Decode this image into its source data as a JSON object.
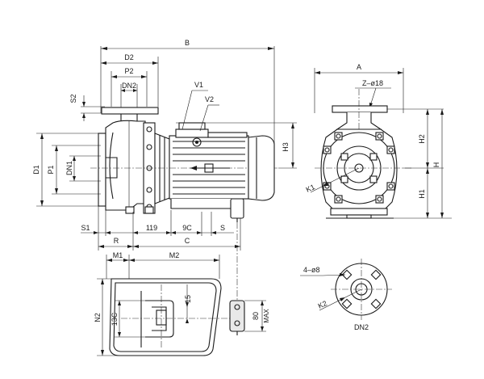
{
  "dims": {
    "B": "B",
    "D2": "D2",
    "P2": "P2",
    "DN2": "DN2",
    "S2": "S2",
    "V1": "V1",
    "V2": "V2",
    "H3": "H3",
    "D1": "D1",
    "P1": "P1",
    "DN1": "DN1",
    "S1": "S1",
    "d119": "119",
    "d9C": "9C",
    "S": "S",
    "R": "R",
    "C": "C",
    "M1": "M1",
    "M2": "M2",
    "N2": "N2",
    "d13C": "13C",
    "d15": "15",
    "d80": "80",
    "MAX": "MAX",
    "A": "A",
    "Z18": "Z–ø18",
    "H2": "H2",
    "H": "H",
    "H1": "H1",
    "K1": "K1",
    "holes": "4–ø8",
    "K2": "K2",
    "DN2b": "DN2"
  }
}
